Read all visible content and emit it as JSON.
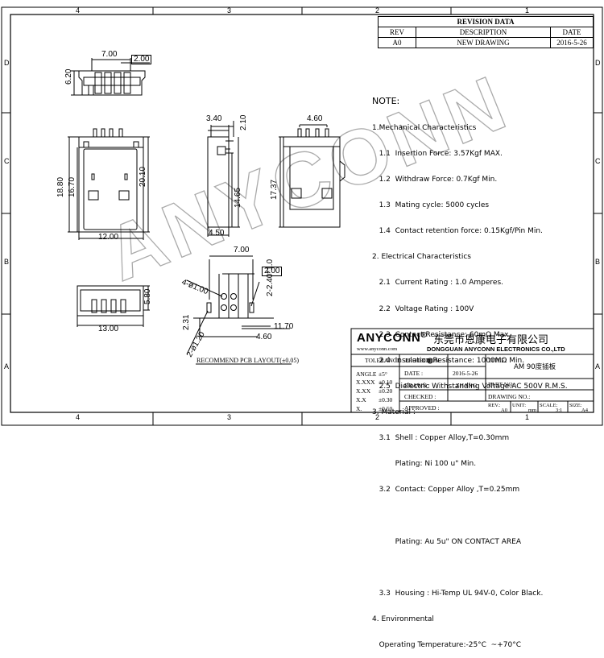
{
  "border_labels": {
    "top": [
      "4",
      "3",
      "2",
      "1"
    ],
    "bottom": [
      "4",
      "3",
      "2",
      "1"
    ],
    "left": [
      "D",
      "C",
      "B",
      "A"
    ],
    "right": [
      "D",
      "C",
      "B",
      "A"
    ]
  },
  "revision": {
    "title": "REVISION DATA",
    "headers": [
      "REV",
      "DESCRIPTION",
      "DATE"
    ],
    "rows": [
      [
        "A0",
        "NEW DRAWING",
        "2016-5-26"
      ]
    ]
  },
  "notes": {
    "heading": "NOTE:",
    "lines": [
      "1.Mechanical Characteristics",
      "   1.1  Insertion Force: 3.57Kgf MAX.",
      "   1.2  Withdraw Force: 0.7Kgf Min.",
      "   1.3  Mating cycle: 5000 cycles",
      "   1.4  Contact retention force: 0.15Kgf/Pin Min.",
      "2. Electrical Characteristics",
      "   2.1  Current Rating : 1.0 Amperes.",
      "   2.2  Voltage Rating : 100V",
      "   2.3  Contact Resistance: 60mΩ Max.",
      "   2.4  Insulation Resistance: 1000MΩ Min.",
      "   2.5  Dielectric Withstanding Voltage:AC 500V R.M.S.",
      "3. Material :",
      "   3.1  Shell : Copper Alloy,T=0.30mm",
      "          Plating: Ni 100 u\" Min.",
      "   3.2  Contact: Copper Alloy ,T=0.25mm",
      "",
      "          Plating: Au 5u\" ON CONTACT AREA",
      "",
      "   3.3  Housing : Hi-Temp UL 94V-0, Color Black.",
      "4. Environmental",
      "   Operating Temperature:-25°C  ~+70°C"
    ]
  },
  "watermark": "ANYCONN",
  "dimensions": {
    "top_view": {
      "width": "7.00",
      "pitch": "2.00",
      "height": "6.20"
    },
    "front_view": {
      "h1": "18.80",
      "h2": "16.70",
      "width": "12.00"
    },
    "side_view": {
      "top": "3.40",
      "top2": "2.10",
      "h": "20.10",
      "h2": "14.65",
      "base": "4.50"
    },
    "rear_view": {
      "pitch": "4.60",
      "h": "17.37"
    },
    "bottom_view": {
      "width": "13.00",
      "h": "5.80"
    },
    "pcb": {
      "width": "7.00",
      "pitch": "2.00",
      "hole4": "4-ø1.00",
      "hole2": "2-ø1.20",
      "slot": "2-2.40*1.0",
      "d1": "2.31",
      "d2": "4.60",
      "d3": "11.70"
    },
    "pcb_caption": "RECOMMEND PCB LAYOUT(±0.05)"
  },
  "title_block": {
    "brand": "ANYCONN",
    "brand_cn": "东莞市恩康电子有限公司",
    "brand_en": "DONGGUAN ANYCONN ELECTRONICS CO.,LTD",
    "website": "www.anyconn.com",
    "tolerance_label": "TOLERANCE",
    "tolerances": [
      [
        "ANGLE",
        "±5°"
      ],
      [
        "X.XXX",
        "±0.10"
      ],
      [
        "X.XX",
        "±0.20"
      ],
      [
        "X.X",
        "±0.30"
      ],
      [
        "X.",
        "±0.50"
      ]
    ],
    "projection": "PROJECTON",
    "title_label": "TITLE:",
    "title_value": "AM 90度插板",
    "date_label": "DATE :",
    "date_value": "2016-5-26",
    "part_no_label": "PART NO.:",
    "drawn_label": "DRAWN :",
    "drawn_value": "ZHANG",
    "checked_label": "CHECKED :",
    "drawing_no_label": "DRAWING NO.:",
    "approved_label": "APPROVED :",
    "rev_label": "REV.:",
    "rev_value": "A0",
    "unit_label": "UNIT:",
    "unit_value": "mm",
    "scale_label": "SCALE:",
    "scale_value": "3:1",
    "size_label": "SIZE:",
    "size_value": "A4"
  }
}
